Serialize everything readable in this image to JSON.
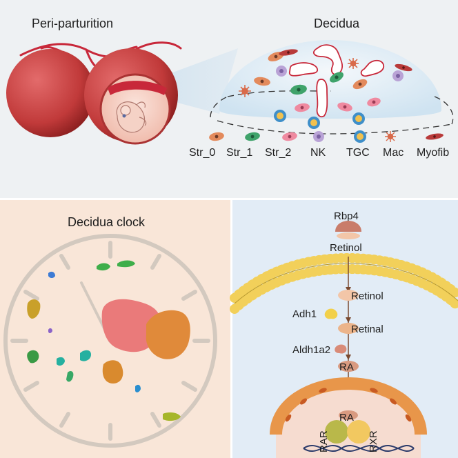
{
  "top": {
    "left_title": "Peri-parturition",
    "right_title": "Decidua",
    "legend": [
      "Str_0",
      "Str_1",
      "Str_2",
      "NK",
      "TGC",
      "Mac",
      "Myofib"
    ]
  },
  "bottom_left": {
    "title": "Decidua clock"
  },
  "bottom_right": {
    "rbp4": "Rbp4",
    "retinol_out": "Retinol",
    "retinol_in": "Retinol",
    "adh1": "Adh1",
    "retinal": "Retinal",
    "aldh1a2": "Aldh1a2",
    "ra": "RA",
    "ra_nucleus": "RA",
    "rar": "RAR",
    "rxr": "RXR"
  },
  "colors": {
    "top_bg": "#eef1f3",
    "clock_bg": "#f9e6d8",
    "pathway_bg": "#e2ecf6",
    "vessel": "#c8283a",
    "str0": "#e38a5c",
    "str1": "#3fa36b",
    "str2": "#ef8aa0",
    "nk": "#b9a3d6",
    "tgc": "#3f8fc9",
    "mac": "#d96a4a",
    "myofib": "#b83a3a",
    "cluster_pink": "#ea7a7a",
    "cluster_orange": "#e08a3a"
  }
}
